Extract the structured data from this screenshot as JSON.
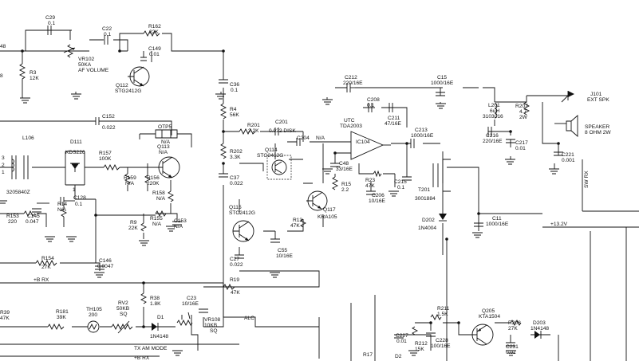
{
  "labels": {
    "c29": "C29",
    "c29v": "0.1",
    "c22": "C22",
    "c22v": "0.1",
    "r162": "R162",
    "r162v": "22K",
    "c149": "C149",
    "c149v": "0.01",
    "vr102": "VR102",
    "vr102v": "50KA",
    "vr102f": "AF VOLUME",
    "r3": "R3",
    "r3v": "12K",
    "q112": "Q112",
    "q112p": "STG2412G",
    "c36": "C36",
    "c36v": "0.1",
    "r4": "R4",
    "r4v": "56K",
    "c152": "C152",
    "c152v": "0.022",
    "r201": "R201",
    "r201v": "2.2K",
    "c201": "C201",
    "c201v": "0.022 DISK",
    "c212": "C212",
    "c212v": "220/16E",
    "c208": "C208",
    "c208v": "0.1",
    "c211": "C211",
    "c211v": "47/16E",
    "c15": "C15",
    "c15v": "1000/16E",
    "j101": "J101",
    "j101v": "EXT SPK",
    "l201": "L201",
    "l201a": "6uH",
    "l201b": "3103016",
    "r207": "R207",
    "r207a": "4.7",
    "r207b": "2W",
    "otp5": "OTP5",
    "otp5v": "N/A",
    "q113": "Q113",
    "q113v": "N/A",
    "l106": "L106",
    "d111": "D111",
    "d111p": "KDS226",
    "r157": "R157",
    "r157v": "100K",
    "c204": "C204",
    "c204v": "N/A",
    "utc": "UTC",
    "tda": "TDA2003",
    "ic104": "IC104",
    "r202": "R202",
    "r202v": "3.3K",
    "q114": "Q114",
    "q114p": "STG2412G",
    "c213": "C213",
    "c213v": "1000/16E",
    "c216": "C216",
    "c216v": "220/16E",
    "c217": "C217",
    "c217v": "0.01",
    "spk": "SPEAKER",
    "spkv": "8 OHM 2W",
    "c221": "C221",
    "c221v": "0.001",
    "swrx": "SW RX",
    "c48": "C48",
    "c48v": "33/16E",
    "r15": "R15",
    "r15v": "2.2",
    "r23": "R23",
    "r23v": "47K",
    "c206": "C206",
    "c206v": "10/16E",
    "c215": "C215",
    "c215v": "0.1",
    "t201": "T201",
    "t201v": "3001884",
    "pin3": "3",
    "pin2": "2",
    "pin1": "1",
    "d111pin": "1",
    "r159": "R159",
    "r159v": "N/A",
    "r156": "R156",
    "r156v": "220K",
    "c37": "C37",
    "c37v": "0.022",
    "q117": "Q117",
    "q117p": "KRA105",
    "c128": "C128",
    "c128v": "0.1",
    "r158": "R158",
    "r158v": "N/A",
    "xtal": "3205840Z",
    "r14": "R14",
    "r14v": "N/A",
    "r153": "R153",
    "r153v": "220",
    "c145": "C145",
    "c145v": "0.047",
    "r155": "R155",
    "r155v": "N/A",
    "c153": "C153",
    "c153v": "N/A",
    "r9": "R9",
    "r9v": "22K",
    "q115": "Q115",
    "q115p": "STC2412G",
    "r13": "R13",
    "r13v": "47K",
    "d202": "D202",
    "d202p": "1N4004",
    "c11": "C11",
    "c11v": "1000/16E",
    "v132": "+13.2V",
    "c55": "C55",
    "c55v": "10/16E",
    "c27": "C27",
    "c27v": "0.022",
    "r154": "R154",
    "r154v": "27K",
    "c146": "C146",
    "c146v": "0.0047",
    "r19": "R19",
    "r19v": "47K",
    "brx1": "+B RX",
    "r39": "R39",
    "r39v": "47K",
    "r38": "R38",
    "r38v": "1.8K",
    "c23": "C23",
    "c23v": "10/16E",
    "r181": "R181",
    "r181v": "39K",
    "th105": "TH105",
    "th105v": "200",
    "rv2": "RV2",
    "rv2a": "50KB",
    "rv2b": "SQ",
    "d1": "D1",
    "d1p": "1N4148",
    "vr108": "VR108",
    "vr108a": "10KB",
    "vr108b": "SQ",
    "alc": "ALC",
    "r211": "R211",
    "r211v": "1.5K",
    "q205": "Q205",
    "q205p": "KTA1504",
    "r208": "R208",
    "r208v": "27K",
    "d203": "D203",
    "d203p": "1N4148",
    "c227": "C227",
    "c227v": "0.01",
    "r212": "R212",
    "r212v": "15K",
    "c228": "C228",
    "c228v": "100/16E",
    "c231": "C231",
    "c231v": "0.01",
    "tx": "TX AM MODE",
    "brx2": "+B RX",
    "r17": "R17",
    "d2": "D2",
    "c36r": "48",
    "c38r": "8"
  }
}
